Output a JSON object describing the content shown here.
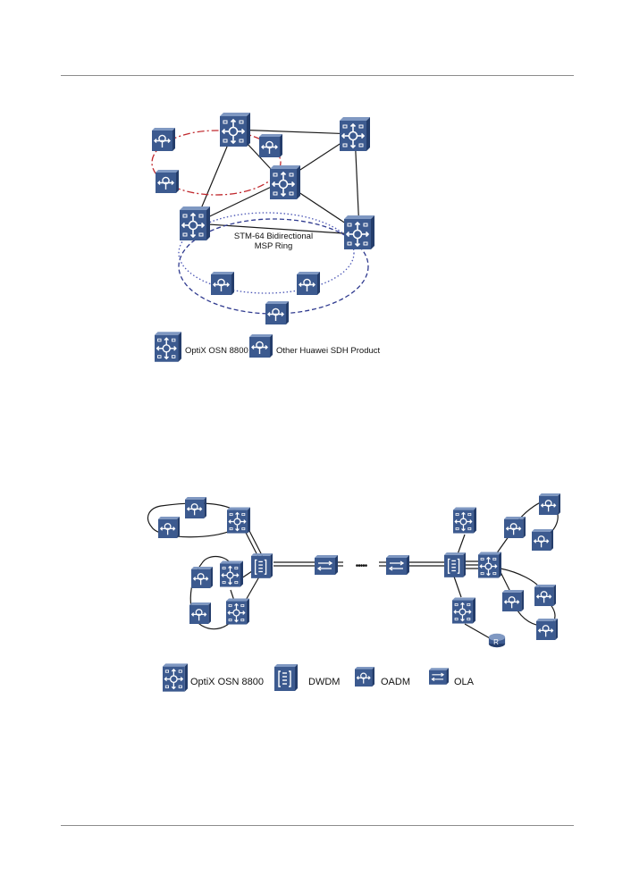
{
  "figure1": {
    "ring_label_line1": "STM-64 Bidirectional",
    "ring_label_line2": "MSP Ring",
    "legend": [
      {
        "icon": "optix-osn-8800-icon",
        "label": "OptiX OSN 8800"
      },
      {
        "icon": "sdh-product-icon",
        "label": "Other Huawei SDH Product"
      }
    ]
  },
  "figure2": {
    "continuation": "•••••",
    "remote_node_label": "R",
    "legend": [
      {
        "icon": "optix-osn-8800-icon",
        "label": "OptiX OSN 8800"
      },
      {
        "icon": "dwdm-icon",
        "label": "DWDM"
      },
      {
        "icon": "oadm-icon",
        "label": "OADM"
      },
      {
        "icon": "ola-icon",
        "label": "OLA"
      }
    ]
  },
  "colors": {
    "device_face": "#3c5a8f",
    "device_top": "#7f98c2",
    "device_side": "#243d6b",
    "red_ring": "#c0282d",
    "blue_ring_dashed": "#2f3a8f",
    "blue_ring_dotted": "#4a55b5",
    "link": "#1a1a1a"
  }
}
